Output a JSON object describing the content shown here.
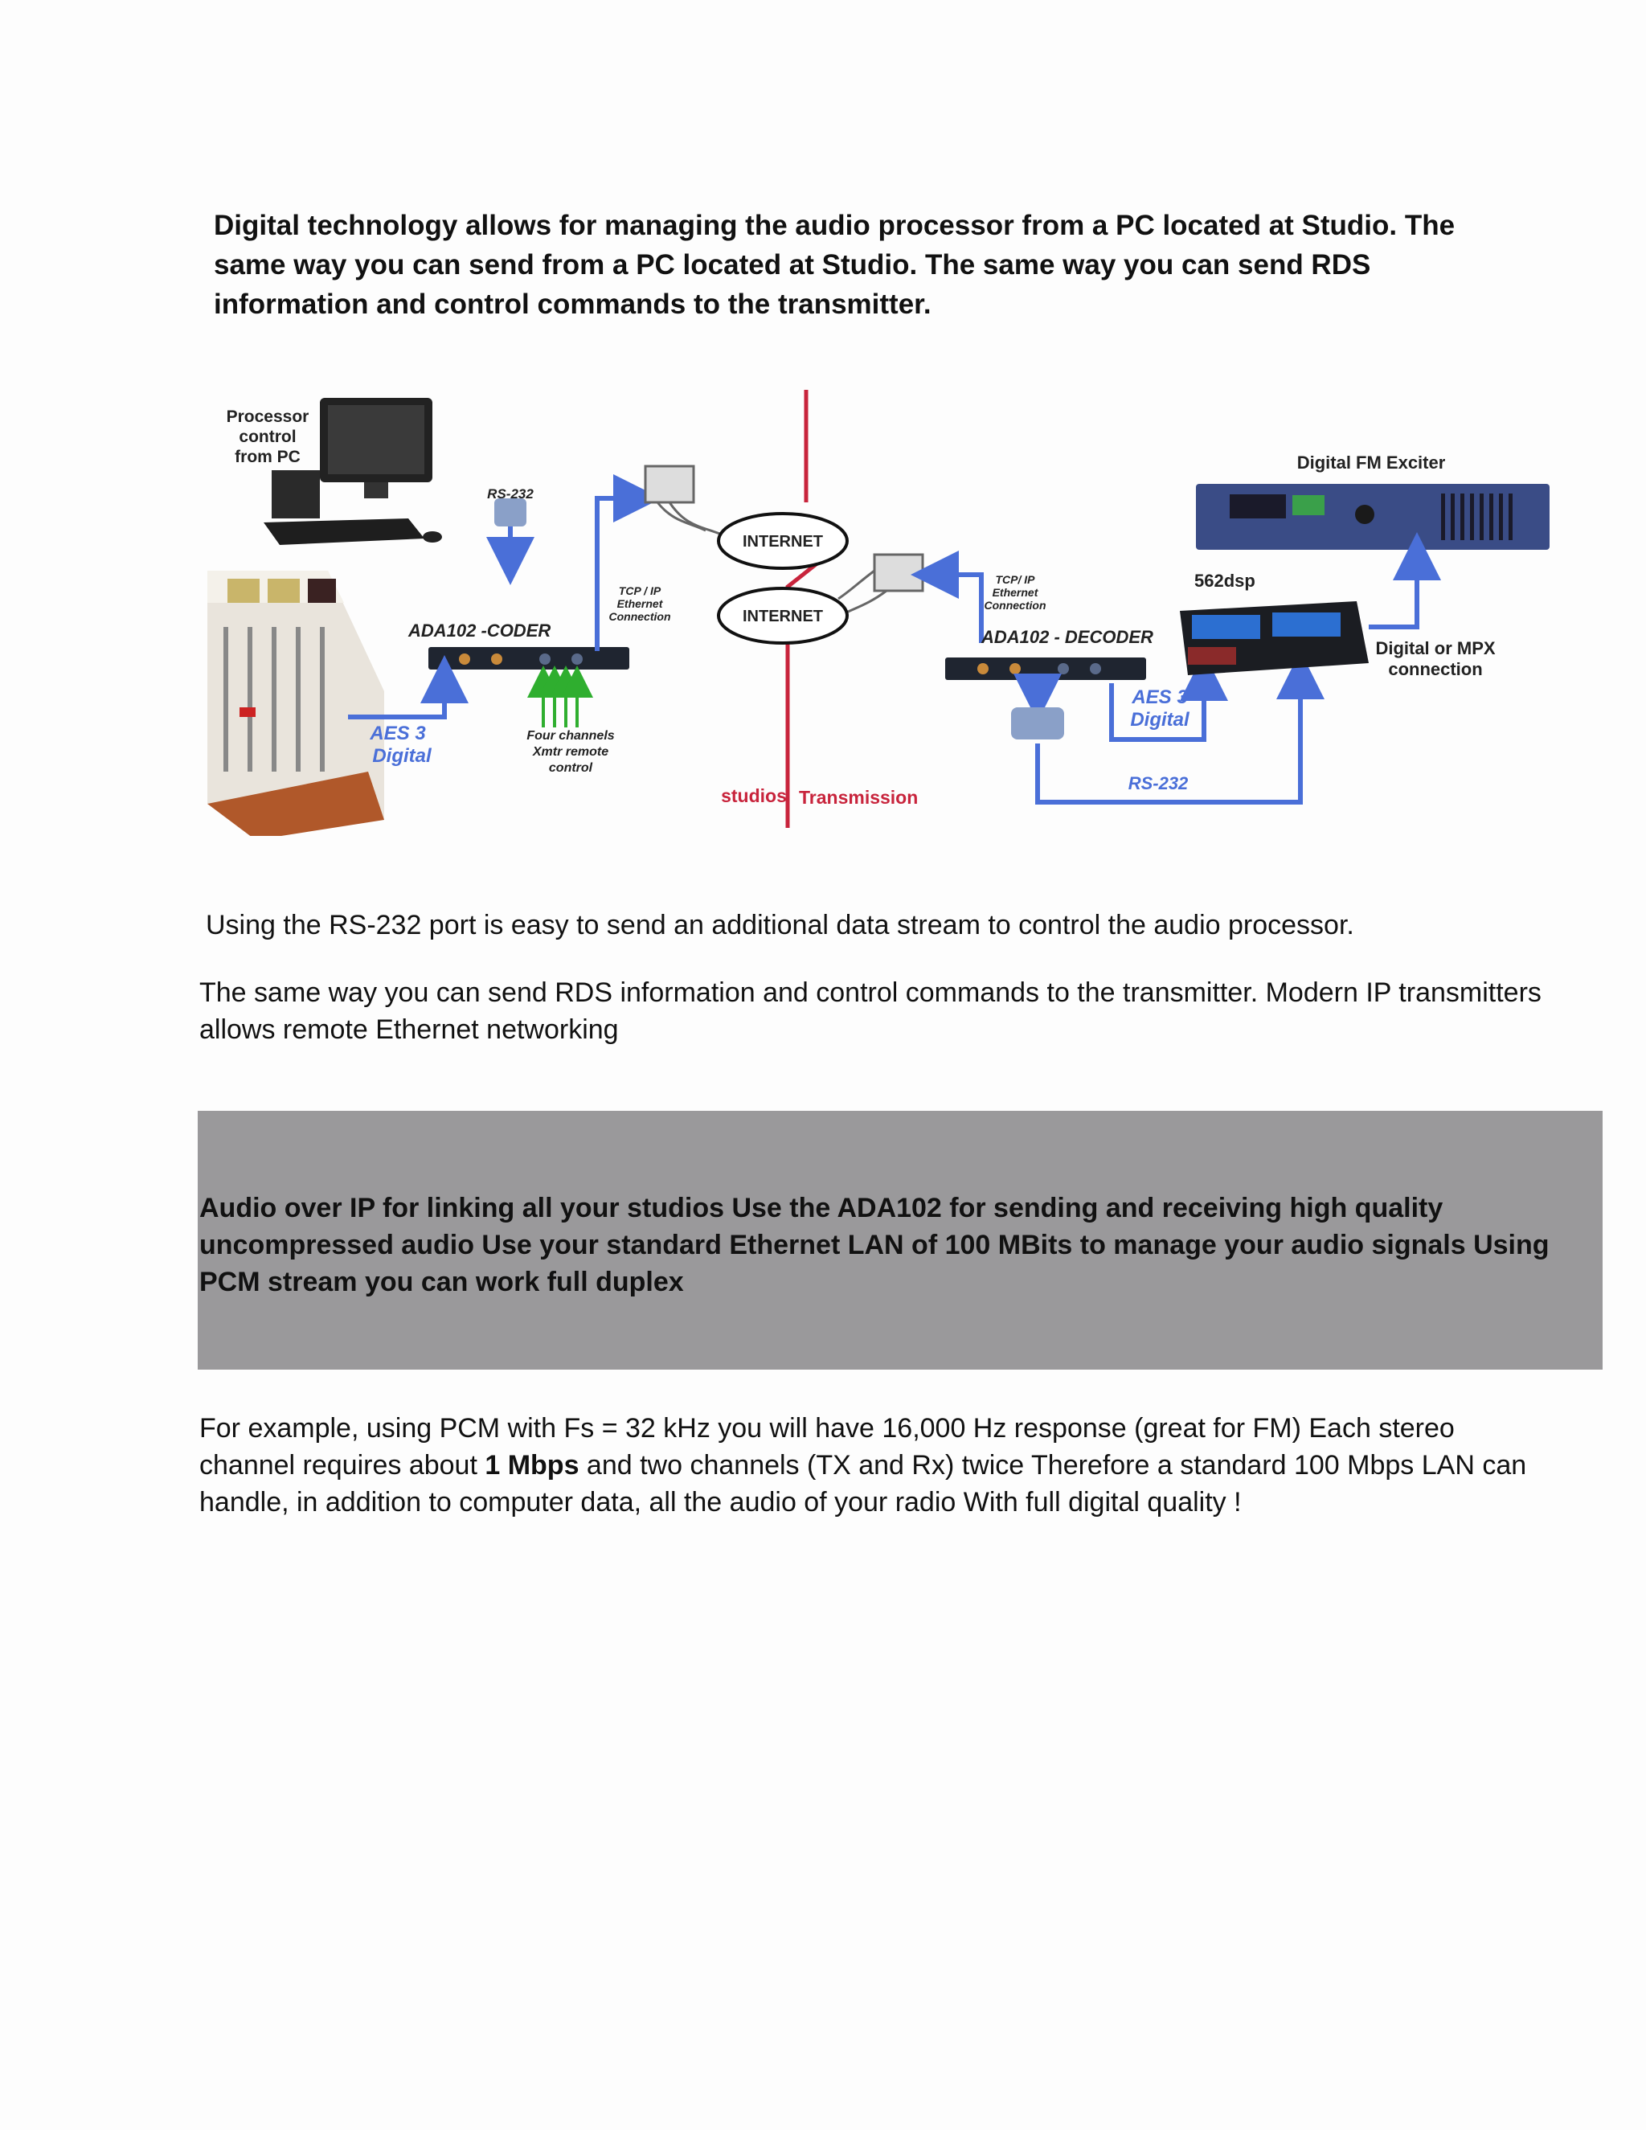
{
  "intro": {
    "text": "Digital technology allows for managing the audio processor from a PC located at Studio. The same way you can send from a PC located at Studio. The same way you can send RDS information and control commands to the transmitter."
  },
  "diagram": {
    "processor_l1": "Processor",
    "processor_l2": "control",
    "processor_l3": "from PC",
    "rs232_left": "RS-232",
    "tcp_left_l1": "TCP / IP",
    "tcp_left_l2": "Ethernet",
    "tcp_left_l3": "Connection",
    "internet_top": "INTERNET",
    "internet_bottom": "INTERNET",
    "tcp_right_l1": "TCP/ IP",
    "tcp_right_l2": "Ethernet",
    "tcp_right_l3": "Connection",
    "ada_coder": "ADA102 -CODER",
    "ada_decoder": "ADA102 - DECODER",
    "exciter": "Digital FM Exciter",
    "dsp": "562dsp",
    "mpx_l1": "Digital or MPX",
    "mpx_l2": "connection",
    "aes_left_l1": "AES 3",
    "aes_left_l2": "Digital",
    "aes_right_l1": "AES 3",
    "aes_right_l2": "Digital",
    "four_l1": "Four channels",
    "four_l2": "Xmtr remote",
    "four_l3": "control",
    "studios": "studios",
    "transmission": "Transmission",
    "rs232_right": "RS-232"
  },
  "para1": "Using the RS-232 port is easy to send an additional data stream to control the audio processor.",
  "para2": "The same way you can send RDS information and control commands to the transmitter. Modern IP transmitters allows remote Ethernet networking",
  "highlight": "Audio over IP for linking all your studios Use the ADA102 for sending and receiving high quality uncompressed audio Use your standard Ethernet LAN of 100 MBits to manage your audio signals Using PCM stream you can work full duplex",
  "para3": {
    "before": "For example, using PCM with Fs = 32 kHz you will have 16,000 Hz response (great for FM) Each stereo channel requires about ",
    "bold": "1 Mbps",
    "after": " and two channels (TX and Rx) twice Therefore a standard 100 Mbps LAN can handle, in addition to computer data, all the audio of your radio With full digital quality !"
  }
}
